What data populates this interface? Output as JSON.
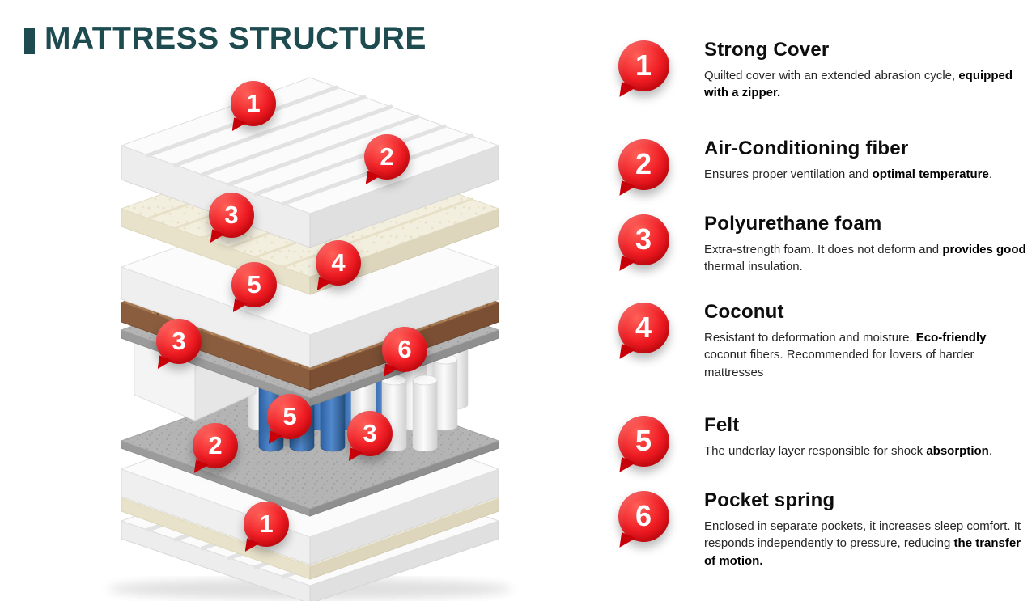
{
  "title": "MATTRESS STRUCTURE",
  "colors": {
    "accent_red": "#e8141c",
    "title_teal": "#1d4b50",
    "coconut_brown": "#a57851",
    "spring_blue": "#3a6fb0",
    "felt_gray": "#b4b4b4"
  },
  "legend": {
    "items": [
      {
        "num": "1",
        "heading": "Strong Cover",
        "body": [
          {
            "t": "Quilted cover with an extended abrasion cycle, "
          },
          {
            "t": "equipped with a zipper.",
            "b": true
          }
        ]
      },
      {
        "num": "2",
        "heading": "Air-Conditioning fiber",
        "body": [
          {
            "t": "Ensures proper ventilation and "
          },
          {
            "t": "optimal temperature",
            "b": true
          },
          {
            "t": "."
          }
        ]
      },
      {
        "num": "3",
        "heading": "Polyurethane foam",
        "body": [
          {
            "t": "Extra-strength foam. It does not deform and "
          },
          {
            "t": "provides good",
            "b": true
          },
          {
            "t": " thermal insulation."
          }
        ]
      },
      {
        "num": "4",
        "heading": "Coconut",
        "body": [
          {
            "t": "Resistant to deformation and moisture. "
          },
          {
            "t": "Eco-friendly",
            "b": true
          },
          {
            "t": " coconut fibers. Recommended for lovers of harder mattresses"
          }
        ]
      },
      {
        "num": "5",
        "heading": "Felt",
        "body": [
          {
            "t": "The underlay layer responsible for shock "
          },
          {
            "t": "absorption",
            "b": true
          },
          {
            "t": "."
          }
        ]
      },
      {
        "num": "6",
        "heading": "Pocket spring",
        "body": [
          {
            "t": "Enclosed in separate pockets, it increases sleep comfort. It responds independently to pressure, reducing "
          },
          {
            "t": "the transfer of motion.",
            "b": true
          }
        ]
      }
    ]
  },
  "diagram": {
    "markers": [
      {
        "label": "1"
      },
      {
        "label": "2"
      },
      {
        "label": "3"
      },
      {
        "label": "4"
      },
      {
        "label": "5"
      },
      {
        "label": "3"
      },
      {
        "label": "6"
      },
      {
        "label": "5"
      },
      {
        "label": "3"
      },
      {
        "label": "2"
      },
      {
        "label": "1"
      }
    ]
  }
}
